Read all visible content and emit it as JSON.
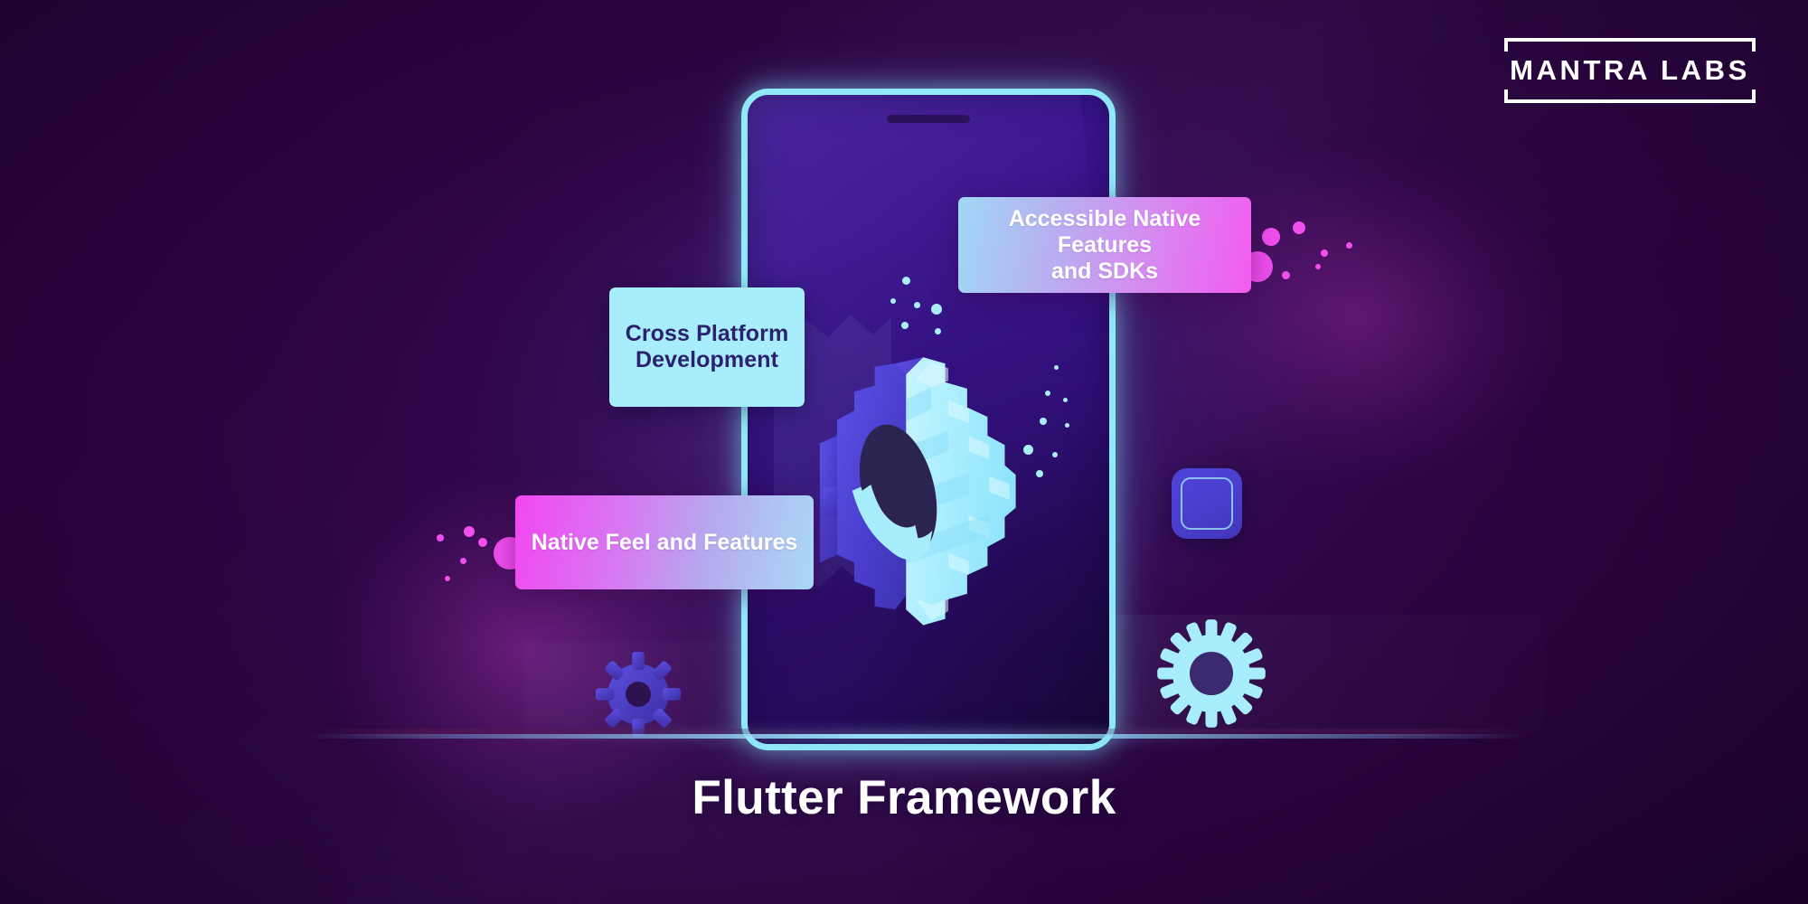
{
  "page": {
    "title": "Flutter Framework",
    "background_color": "#2a0440",
    "accent_cyan": "#a8edfb",
    "accent_magenta": "#f04ff0",
    "accent_blue": "#4e43d8"
  },
  "logo": {
    "name": "MANTRA LABS",
    "color": "#ffffff"
  },
  "phone": {
    "name": "smartphone-illustration",
    "border_color": "#8fe9f8",
    "screen_color": "#3b1597"
  },
  "cards": [
    {
      "id": "cross-platform-development",
      "line1": "Cross Platform",
      "line2": "Development",
      "text": "Cross Platform Development",
      "bg": "#a8edfb",
      "text_color": "#2b2170"
    },
    {
      "id": "accessible-native-features",
      "line1": "Accessible Native Features",
      "line2": "and SDKs",
      "text": "Accessible Native Features and SDKs",
      "bg": "linear-gradient cyan to magenta",
      "text_color": "#ffffff"
    },
    {
      "id": "native-feel-and-features",
      "line1": "Native Feel and Features",
      "line2": "",
      "text": "Native Feel and Features",
      "bg": "linear-gradient magenta to cyan",
      "text_color": "#ffffff"
    }
  ],
  "icons": {
    "big_gear": "gear-isometric-icon",
    "small_gear_left": "gear-icon",
    "big_gear_right": "gear-icon",
    "square": "rounded-square-icon"
  }
}
